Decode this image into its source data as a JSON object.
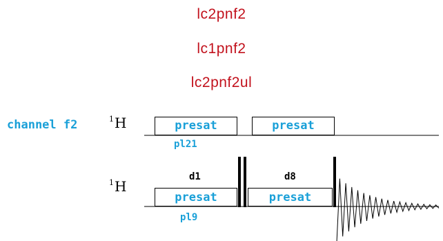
{
  "titles": [
    "lc2pnf2",
    "lc1pnf2",
    "lc2pnf2ul"
  ],
  "channel": {
    "label": "channel f2",
    "nucleus_mass": "1",
    "nucleus_symbol": "H"
  },
  "observe": {
    "nucleus_mass": "1",
    "nucleus_symbol": "H"
  },
  "pulses": {
    "f2_presat_1": "presat",
    "f2_presat_2": "presat",
    "f2_power": "pl21",
    "obs_presat_1": "presat",
    "obs_presat_2": "presat",
    "obs_power": "pl9"
  },
  "delays": {
    "d1": "d1",
    "d8": "d8"
  },
  "colors": {
    "title": "#c2121d",
    "label": "#1aa0d8",
    "line": "#000000"
  }
}
